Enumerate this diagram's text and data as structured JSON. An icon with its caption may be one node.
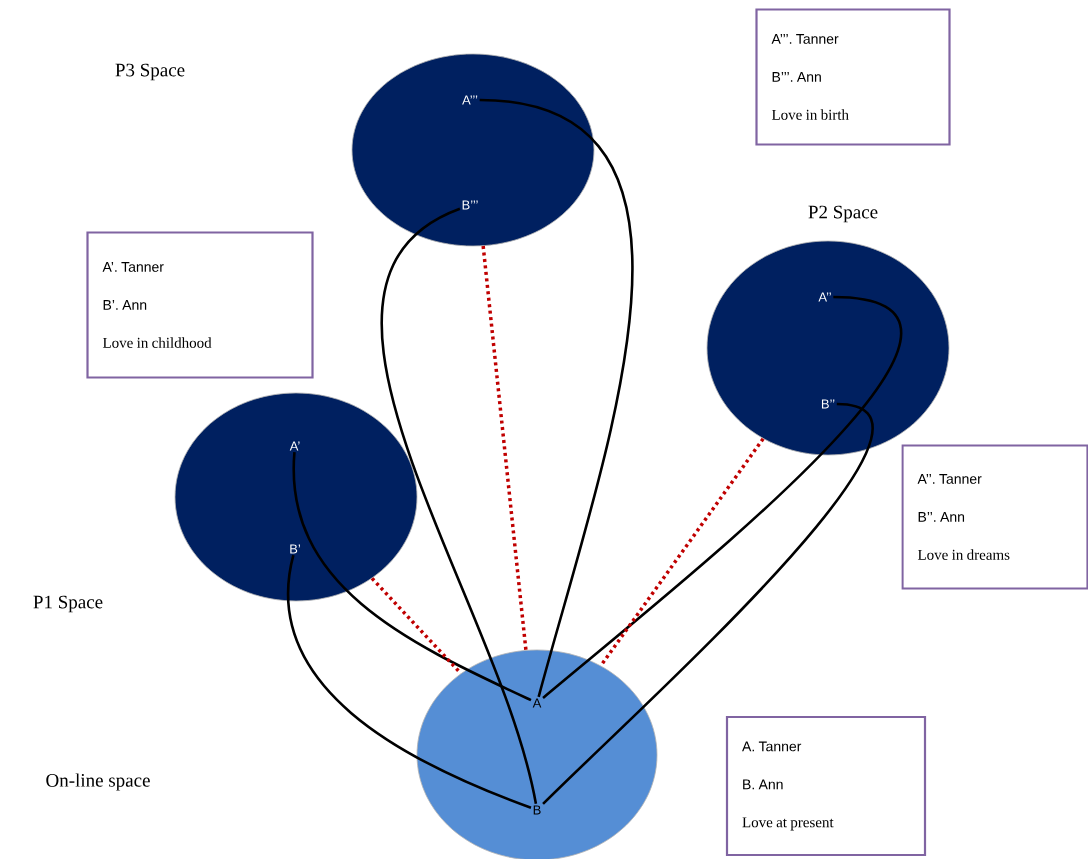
{
  "diagram": {
    "nodes": [
      {
        "text": [],
        "shape": "circle"
      },
      {
        "text": [
          "A’’’"
        ],
        "in": 0
      },
      {
        "text": [
          "B’’’"
        ],
        "in": 0
      },
      {
        "text": [
          "A’’’. Tanner",
          "B’’’. Ann",
          "Love in birth"
        ]
      },
      {
        "text": [],
        "shape": "circle"
      },
      {
        "text": [
          "A’’"
        ],
        "in": 4
      },
      {
        "text": [
          "B’’"
        ],
        "in": 4
      },
      {
        "text": [
          "A’. Tanner",
          "B’. Ann",
          "Love in childhood"
        ]
      },
      {
        "text": [],
        "shape": "circle"
      },
      {
        "text": [
          "A’"
        ],
        "in": 8
      },
      {
        "text": [
          "B’"
        ],
        "in": 8
      },
      {
        "text": [
          "A’’. Tanner",
          "B’’. Ann",
          "Love in dreams"
        ]
      },
      {
        "text": [],
        "shape": "circle"
      },
      {
        "text": [
          "A"
        ],
        "in": 12
      },
      {
        "text": [
          "B"
        ],
        "in": 12
      },
      {
        "text": [
          "A. Tanner",
          "B. Ann",
          "Love at present"
        ]
      }
    ],
    "edges": [
      {
        "from": 9,
        "to": 13,
        "arrow": "none"
      },
      {
        "from": 10,
        "to": 14,
        "arrow": "none"
      },
      {
        "from": 5,
        "to": 13,
        "arrow": "none"
      },
      {
        "from": 6,
        "to": 14,
        "arrow": "none"
      },
      {
        "from": 1,
        "to": 13,
        "arrow": "none"
      },
      {
        "from": 2,
        "to": 14,
        "arrow": "none"
      },
      {
        "from": 0,
        "to": 12,
        "arrow": "none",
        "style": "dashed",
        "color": "#c00000"
      },
      {
        "from": 8,
        "to": 12,
        "arrow": "none",
        "style": "dashed",
        "color": "#c00000"
      },
      {
        "from": 4,
        "to": 12,
        "arrow": "none",
        "style": "dashed",
        "color": "#c00000"
      }
    ],
    "labels": [
      "P3 Space",
      "P2 Space",
      "P1 Space",
      "On-line space"
    ]
  }
}
